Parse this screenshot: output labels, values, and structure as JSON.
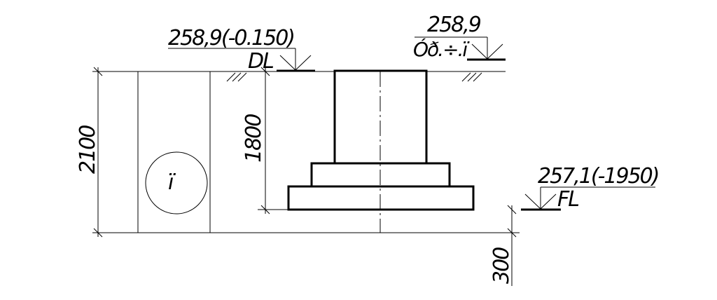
{
  "levels": {
    "design_level": {
      "value": "258,9(-0.150)",
      "label": "DL"
    },
    "natural_level": {
      "value": "258,9",
      "label": "Óð.÷.ï"
    },
    "foundation_level": {
      "value": "257,1(-1950)",
      "label": "FL"
    }
  },
  "dimensions": {
    "total_depth": "2100",
    "foundation_depth": "1800",
    "bedding": "300"
  },
  "pipe_label": "ï"
}
